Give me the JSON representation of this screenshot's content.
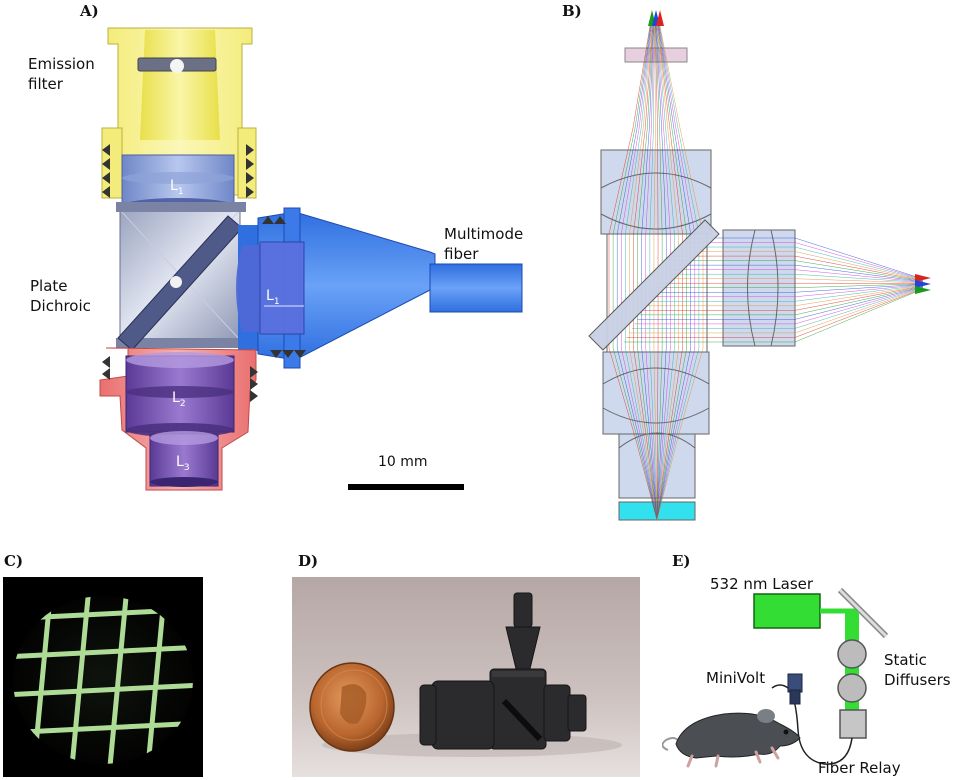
{
  "panels": {
    "a": "A)",
    "b": "B)",
    "c": "C)",
    "d": "D)",
    "e": "E)"
  },
  "panel_a": {
    "emission_filter_line1": "Emission",
    "emission_filter_line2": "filter",
    "plate_dichroic_line1": "Plate",
    "plate_dichroic_line2": "Dichroic",
    "multimode_fiber_line1": "Multimode",
    "multimode_fiber_line2": "fiber",
    "lens_l1_top": "L",
    "lens_l1_top_sub": "1",
    "lens_l1_side": "L",
    "lens_l1_side_sub": "1",
    "lens_l2": "L",
    "lens_l2_sub": "2",
    "lens_l3": "L",
    "lens_l3_sub": "3",
    "scale_bar_label": "10 mm"
  },
  "panel_e": {
    "laser_label": "532 nm Laser",
    "static_diffusers_line1": "Static",
    "static_diffusers_line2": "Diffusers",
    "minivolt_label": "MiniVolt",
    "fiber_relay_label": "Fiber Relay"
  },
  "colors": {
    "housing_yellow": "#f7f08c",
    "housing_blue": "#3f7fe8",
    "housing_red": "#f08a8a",
    "laser_green": "#33dd33",
    "lens_purple": "#7a55b8"
  }
}
